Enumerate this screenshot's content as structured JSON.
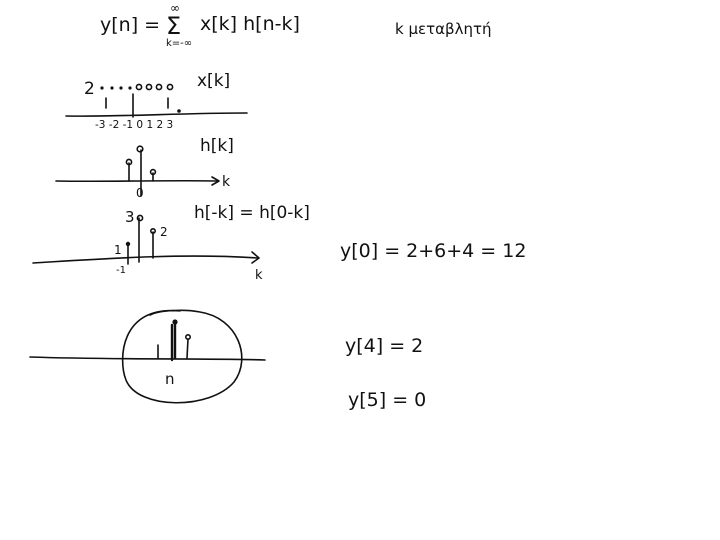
{
  "notes": {
    "convolution": {
      "lhs": "y[n] =",
      "sum_top": "∞",
      "sum_sign": "Σ",
      "sum_bottom": "k=-∞",
      "rhs": "x[k] h[n-k]"
    },
    "variable_note": "k μεταβλητή",
    "x_signal": {
      "label": "x[k]",
      "amplitude": "2",
      "ticks": "-3 -2 -1 0 1 2 3"
    },
    "h_signal": {
      "label": "h[k]",
      "origin": "0",
      "axis": "k"
    },
    "h_reversed": {
      "label": "h[-k] = h[0-k]",
      "top_value": "3",
      "right_value": "2",
      "left_value": "1",
      "left_tick": "-1",
      "axis": "k"
    },
    "window": {
      "label": "n"
    },
    "results": {
      "y0": "y[0] =  2+6+4  = 12",
      "y4": "y[4] = 2",
      "y5": "y[5] = 0"
    }
  }
}
